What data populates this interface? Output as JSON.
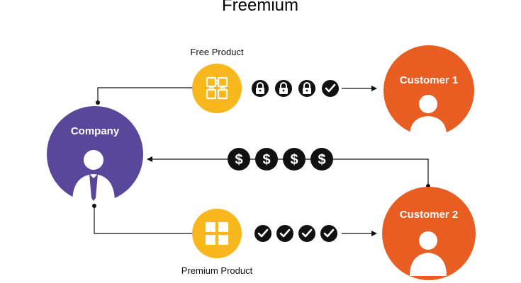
{
  "title": "Freemium",
  "nodes": {
    "company": {
      "label": "Company",
      "color": "#58479a"
    },
    "customer1": {
      "label": "Customer 1",
      "color": "#e85d22"
    },
    "customer2": {
      "label": "Customer 2",
      "color": "#e85d22"
    }
  },
  "products": {
    "free": {
      "label": "Free Product",
      "color": "#f7b71d"
    },
    "premium": {
      "label": "Premium Product",
      "color": "#f7b71d"
    }
  },
  "flows": {
    "free_badges": [
      "lock",
      "lock",
      "lock",
      "check"
    ],
    "payment_badges": [
      "$",
      "$",
      "$",
      "$"
    ],
    "premium_badges": [
      "check",
      "check",
      "check",
      "check"
    ]
  },
  "icons": {
    "product": "puzzle-icon",
    "person": "person-icon",
    "lock": "lock-icon",
    "check": "check-icon",
    "dollar": "dollar-icon"
  },
  "colors": {
    "line": "#111111",
    "badge": "#111111"
  }
}
